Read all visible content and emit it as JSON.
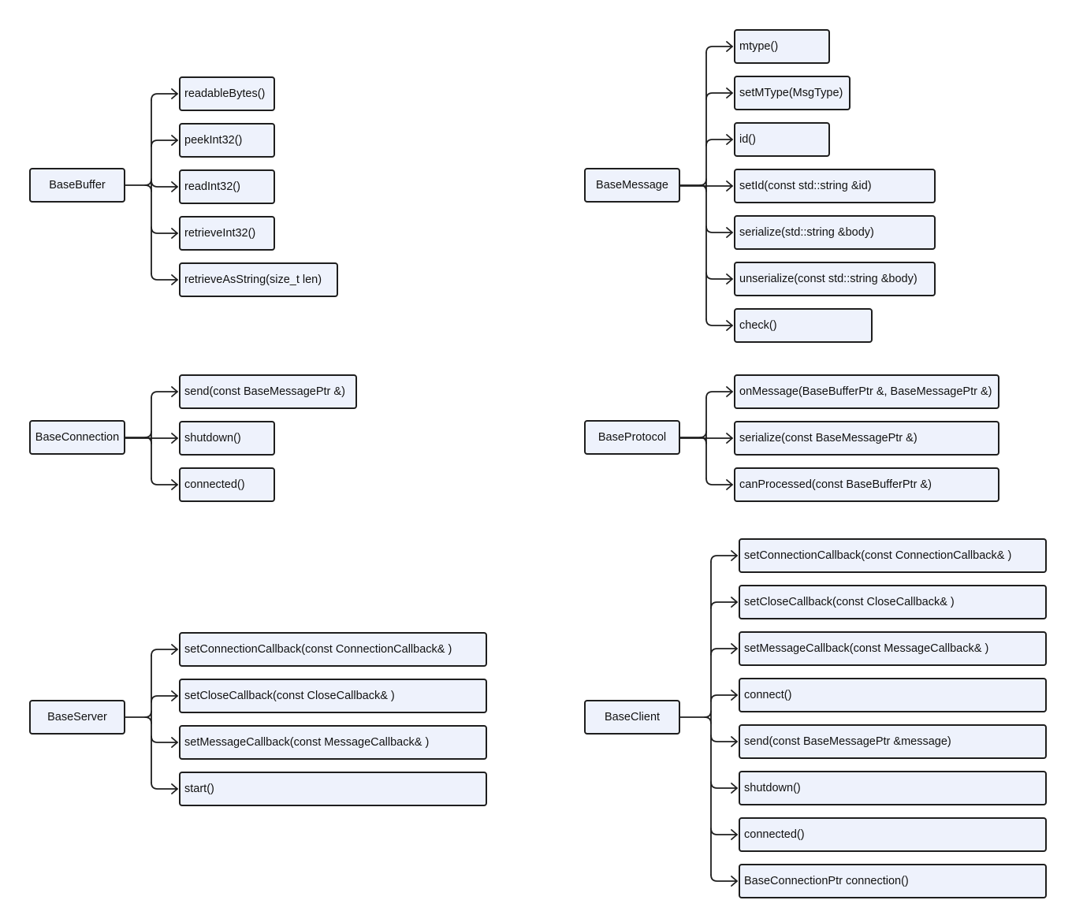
{
  "diagram": {
    "groups": [
      {
        "id": "buffer",
        "root": "BaseBuffer",
        "methods": [
          "readableBytes()",
          "peekInt32()",
          "readInt32()",
          "retrieveInt32()",
          "retrieveAsString(size_t len)"
        ]
      },
      {
        "id": "message",
        "root": "BaseMessage",
        "methods": [
          "mtype()",
          "setMType(MsgType)",
          "id()",
          "setId(const std::string &id)",
          "serialize(std::string &body)",
          "unserialize(const std::string &body)",
          "check()"
        ]
      },
      {
        "id": "connection",
        "root": "BaseConnection",
        "methods": [
          "send(const BaseMessagePtr &)",
          "shutdown()",
          "connected()"
        ]
      },
      {
        "id": "protocol",
        "root": "BaseProtocol",
        "methods": [
          "onMessage(BaseBufferPtr &, BaseMessagePtr &)",
          "serialize(const BaseMessagePtr &)",
          "canProcessed(const BaseBufferPtr &)"
        ]
      },
      {
        "id": "server",
        "root": "BaseServer",
        "methods": [
          "setConnectionCallback(const ConnectionCallback& )",
          "setCloseCallback(const CloseCallback& )",
          "setMessageCallback(const MessageCallback& )",
          "start()"
        ]
      },
      {
        "id": "client",
        "root": "BaseClient",
        "methods": [
          "setConnectionCallback(const ConnectionCallback& )",
          "setCloseCallback(const CloseCallback& )",
          "setMessageCallback(const MessageCallback& )",
          "connect()",
          "send(const BaseMessagePtr &message)",
          "shutdown()",
          "connected()",
          "BaseConnectionPtr connection()"
        ]
      }
    ]
  }
}
